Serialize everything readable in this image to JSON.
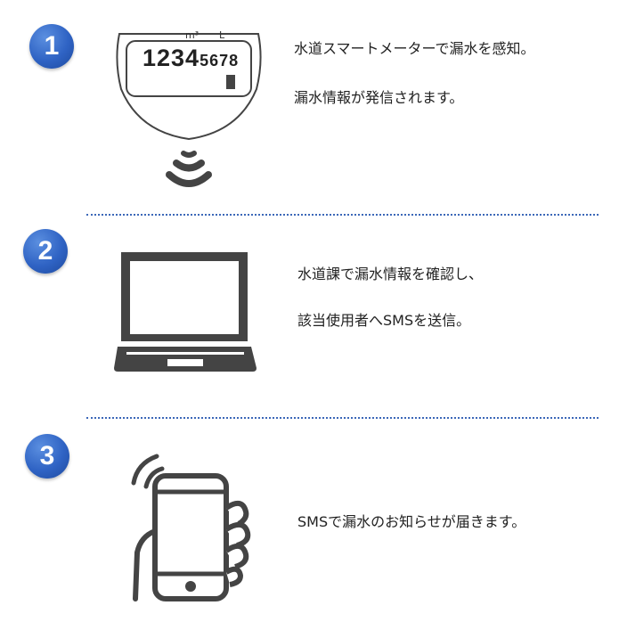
{
  "steps": [
    {
      "number": "1",
      "icon": "smart-meter-icon",
      "meter": {
        "unit": "m³",
        "digits_large": "1234",
        "digits_small": "5678",
        "indicator": "L"
      },
      "lines": [
        "水道スマートメーターで漏水を感知。",
        "漏水情報が発信されます。"
      ]
    },
    {
      "number": "2",
      "icon": "laptop-icon",
      "lines": [
        "水道課で漏水情報を確認し、",
        "該当使用者へSMSを送信。"
      ]
    },
    {
      "number": "3",
      "icon": "smartphone-icon",
      "lines": [
        "SMSで漏水のお知らせが届きます。"
      ]
    }
  ],
  "colors": {
    "badge": "#2f63c4",
    "divider": "#3c68b8",
    "icon": "#444444"
  }
}
